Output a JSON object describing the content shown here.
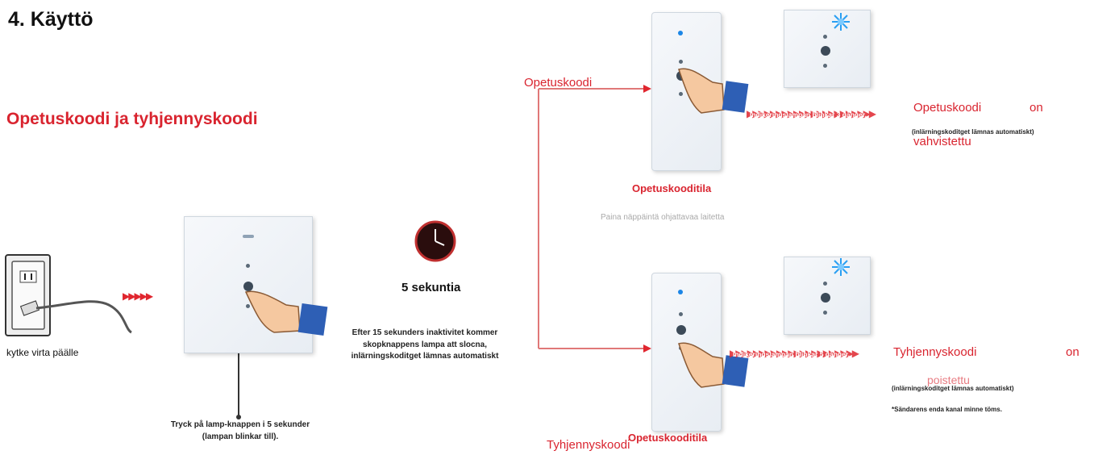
{
  "heading": "4. Käyttö",
  "subheading": "Opetuskoodi ja tyhjennyskoodi",
  "power_on_label": "kytke virta päälle",
  "timer_label": "5 sekuntia",
  "after_15s_text": [
    "Efter 15 sekunders inaktivitet kommer",
    "skopknappens lampa att slocna,",
    "inlärningskoditget lämnas automatiskt"
  ],
  "press_text": [
    "Tryck på lamp-knappen i 5 sekunder",
    "(lampan blinkar till)."
  ],
  "top_branch": {
    "branch_label": "Opetuskoodi",
    "mode_caption": "Opetuskooditila",
    "arrow_text": "Indikeringslampan blinkar 3 gånger.",
    "result_label": "Opetuskoodi",
    "result_on": "on",
    "result_confirmed": "vahvistettu",
    "auto_exit_note": "(inlärningskoditget lämnas automatiskt)",
    "faint_note": "Paina näppäintä ohjattavaa laitetta"
  },
  "bottom_branch": {
    "branch_label": "Tyhjennyskoodi",
    "mode_caption": "Opetuskooditila",
    "arrow_text": "Indikeringslampan blinkar 5 gånger.",
    "result_label": "Tyhjennyskoodi",
    "result_on": "on",
    "result_cleared": "poistettu",
    "auto_exit_note": "(inlärningskoditget lämnas automatiskt)",
    "note_extra": "*Sändarens enda kanal minne töms."
  },
  "colors": {
    "accent_red": "#d9242f",
    "led_blue": "#1c86e6"
  },
  "icons": [
    "power-outlet-icon",
    "clock-icon",
    "hand-pointer-icon",
    "blue-led-flash-icon",
    "red-arrow-icon"
  ]
}
